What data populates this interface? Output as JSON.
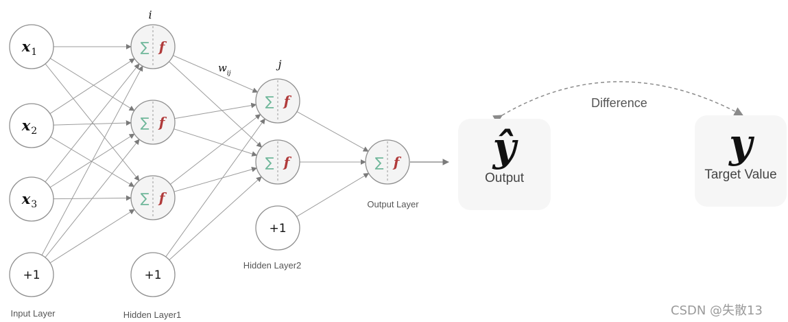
{
  "inputs": [
    {
      "base": "x",
      "sub": "1"
    },
    {
      "base": "x",
      "sub": "2"
    },
    {
      "base": "x",
      "sub": "3"
    }
  ],
  "bias_label": "+1",
  "neuron": {
    "sum_symbol": "∑",
    "act_symbol": "f"
  },
  "labels": {
    "input_layer": "Input Layer",
    "hidden_layer1": "Hidden Layer1",
    "hidden_layer2": "Hidden Layer2",
    "output_layer": "Output Layer",
    "index_i": "i",
    "index_j": "j",
    "weight_base": "w",
    "weight_sub": "ij"
  },
  "output_box": {
    "symbol": "ŷ",
    "label": "Output"
  },
  "target_box": {
    "symbol": "y",
    "label": "Target Value"
  },
  "difference_label": "Difference",
  "watermark": "CSDN @失散13"
}
